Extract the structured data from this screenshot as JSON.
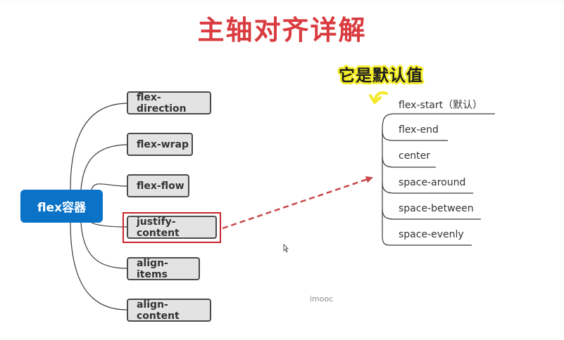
{
  "title": "主轴对齐详解",
  "root": {
    "label": "flex容器"
  },
  "properties": [
    {
      "label": "flex-direction"
    },
    {
      "label": "flex-wrap"
    },
    {
      "label": "flex-flow"
    },
    {
      "label": "justify-content",
      "highlighted": true
    },
    {
      "label": "align-items"
    },
    {
      "label": "align-content"
    }
  ],
  "justify_values": [
    {
      "label": "flex-start（默认）"
    },
    {
      "label": "flex-end"
    },
    {
      "label": "center"
    },
    {
      "label": "space-around"
    },
    {
      "label": "space-between"
    },
    {
      "label": "space-evenly"
    }
  ],
  "annotation": {
    "text": "它是默认值"
  },
  "watermark": "imooc",
  "colors": {
    "title": "#d93b3f",
    "root_fill": "#0a73c8",
    "highlight": "#c8232a",
    "note_marker": "#f5ee2a"
  },
  "icons": [
    "mouse-cursor-icon"
  ]
}
